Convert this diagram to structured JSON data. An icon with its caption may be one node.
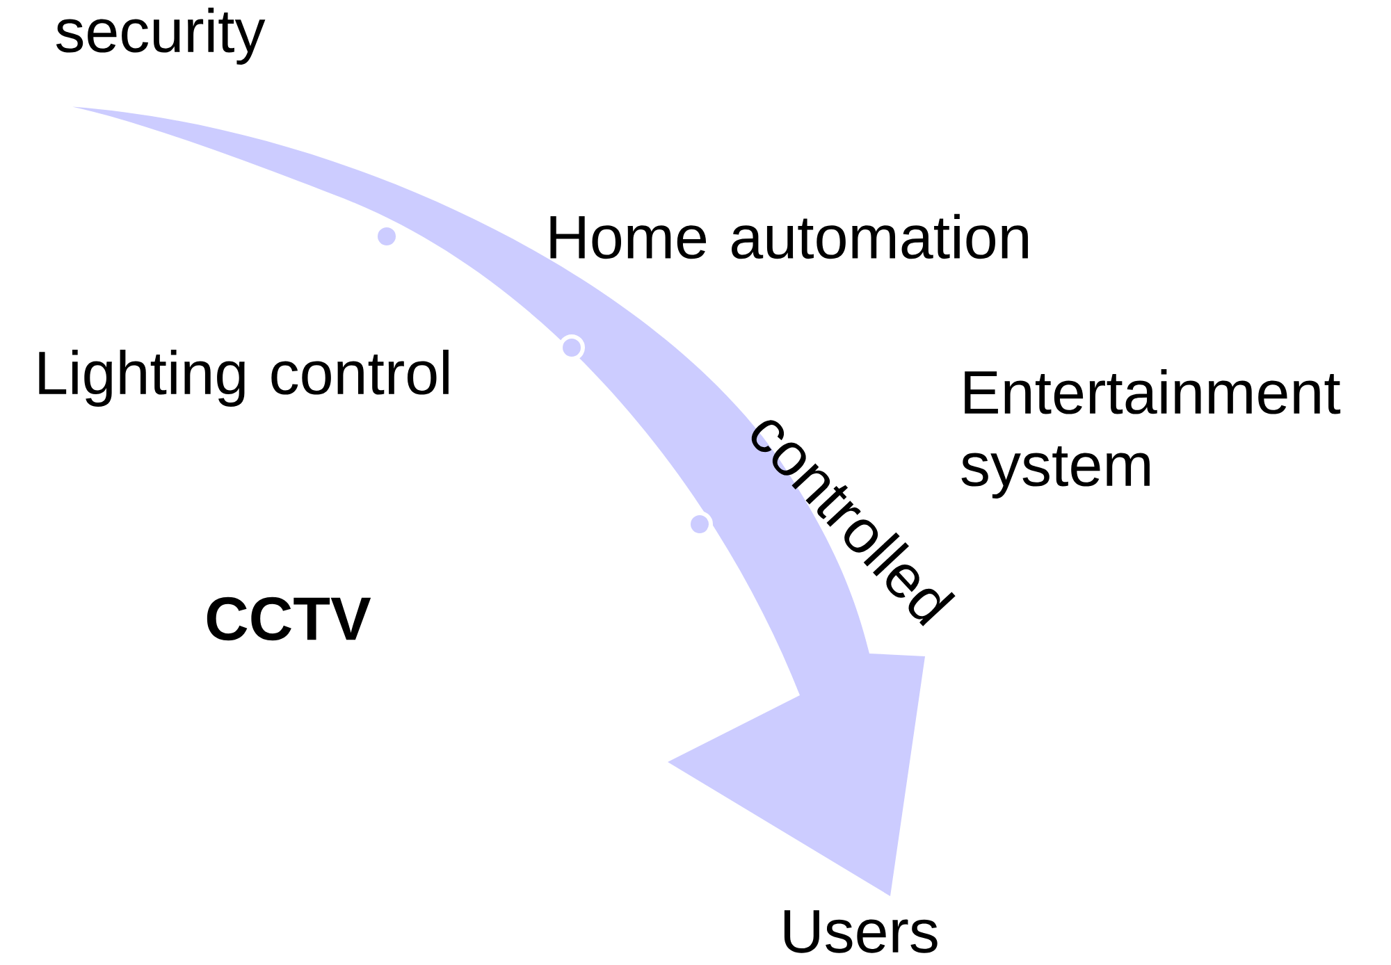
{
  "diagram": {
    "nodes": [
      {
        "text": [
          "security"
        ]
      },
      {
        "text": [
          "Users"
        ]
      }
    ],
    "edges": [
      {
        "from": 0,
        "to": 1,
        "arrow": "to",
        "label": "controlled"
      }
    ],
    "labels": [
      "Home automation",
      "Lighting control",
      "Entertainment system",
      "CCTV"
    ]
  }
}
